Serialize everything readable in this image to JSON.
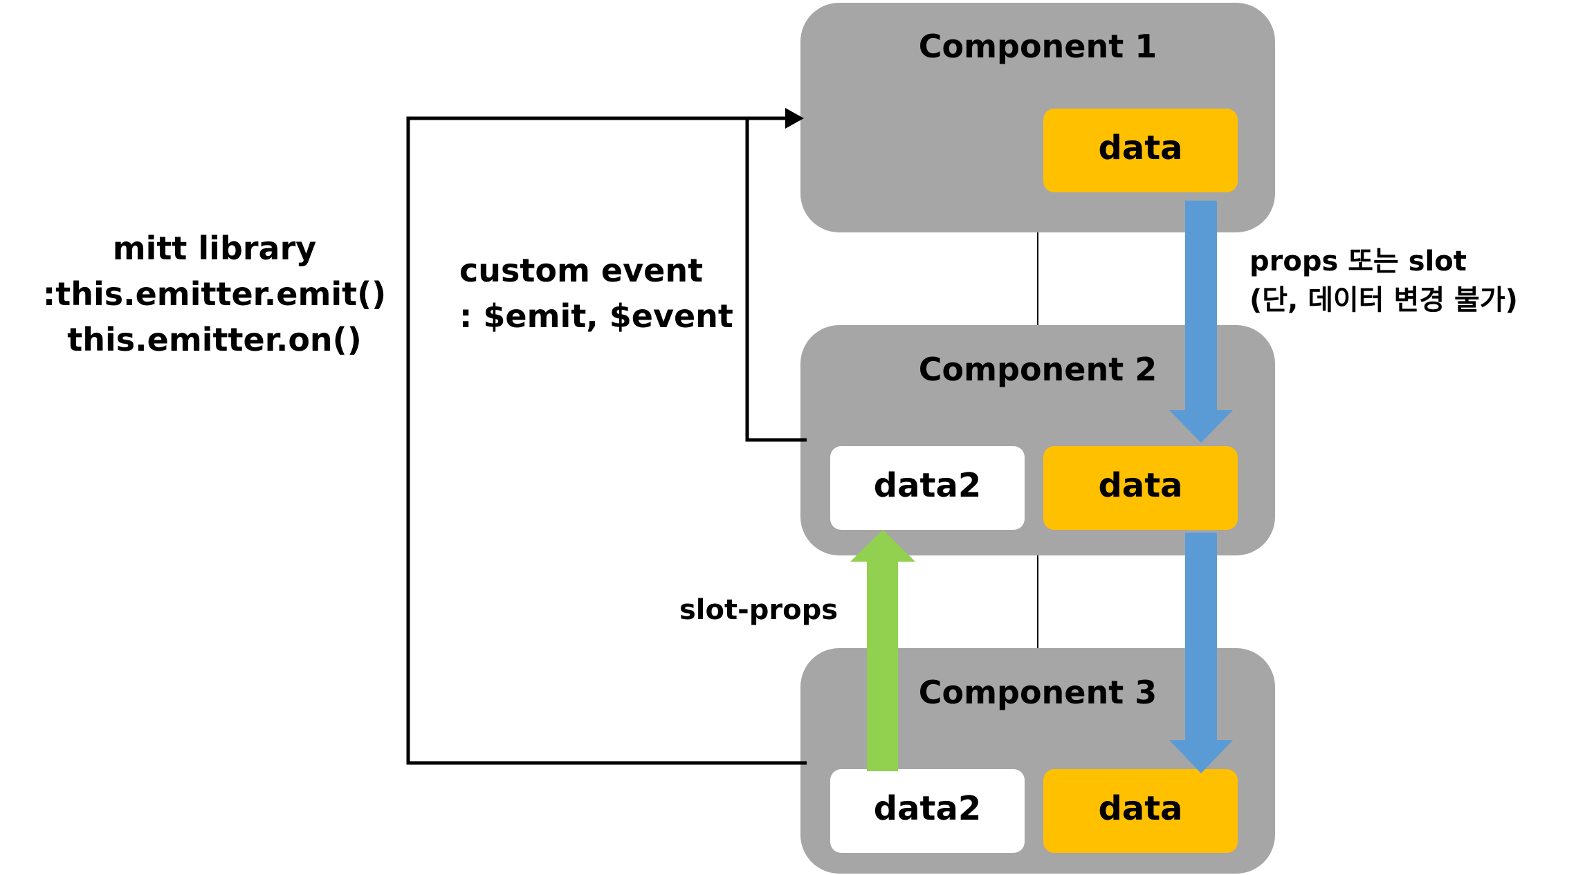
{
  "components": [
    {
      "title": "Component 1",
      "data_label": "data"
    },
    {
      "title": "Component 2",
      "data_label": "data",
      "data2_label": "data2"
    },
    {
      "title": "Component 3",
      "data_label": "data",
      "data2_label": "data2"
    }
  ],
  "mitt": {
    "line1": "mitt library",
    "line2": ":this.emitter.emit()",
    "line3": "this.emitter.on()"
  },
  "custom_event": {
    "line1": "custom event",
    "line2": ": $emit, $event"
  },
  "props_slot": {
    "line1": "props 또는 slot",
    "line2": "(단, 데이터 변경 불가)"
  },
  "slot_props": "slot-props",
  "colors": {
    "component_bg": "#a6a6a6",
    "data_box": "#ffc000",
    "data2_box": "#ffffff",
    "props_arrow": "#5b9bd5",
    "slot_props_arrow": "#92d050",
    "event_line": "#000000"
  }
}
